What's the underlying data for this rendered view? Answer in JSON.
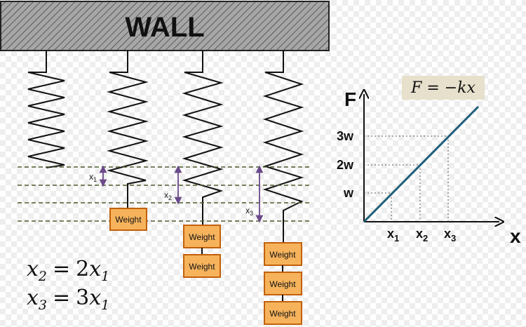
{
  "wall": {
    "label": "WALL"
  },
  "weights": {
    "label": "Weight"
  },
  "displacements": {
    "x1": {
      "main": "x",
      "sub": "1"
    },
    "x2": {
      "main": "x",
      "sub": "2"
    },
    "x3": {
      "main": "x",
      "sub": "3"
    }
  },
  "equations": {
    "eq1": {
      "lhs": "x",
      "lhs_sub": "2",
      "rhs_coef": "2",
      "rhs_var": "x",
      "rhs_sub": "1"
    },
    "eq2": {
      "lhs": "x",
      "lhs_sub": "3",
      "rhs_coef": "3",
      "rhs_var": "x",
      "rhs_sub": "1"
    },
    "op": "="
  },
  "graph": {
    "formula": "F = −kx",
    "y_axis_label": "F",
    "x_axis_label": "x",
    "y_ticks": [
      "w",
      "2w",
      "3w"
    ],
    "x_ticks": [
      {
        "main": "x",
        "sub": "1"
      },
      {
        "main": "x",
        "sub": "2"
      },
      {
        "main": "x",
        "sub": "3"
      }
    ]
  },
  "colors": {
    "wall_fill": "#a6a6a6",
    "weight_fill": "#f6b35c",
    "weight_border": "#c2610c",
    "dashed_line": "#4a5a2a",
    "arrow": "#6a4a8a",
    "graph_line": "#1f5f7a",
    "formula_box": "#e6e0cc"
  }
}
